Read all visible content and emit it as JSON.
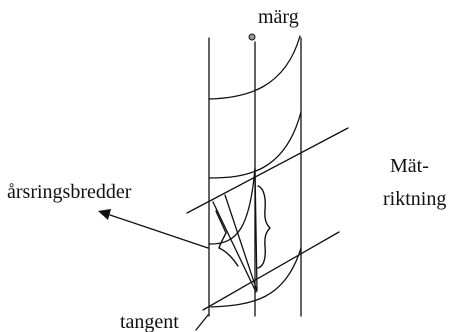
{
  "labels": {
    "marg": "märg",
    "arsringsbredder": "årsringsbredder",
    "mat_line1": "Mät-",
    "mat_line2": "riktning",
    "tangent": "tangent"
  },
  "colors": {
    "ink": "#111111",
    "background": "#ffffff"
  }
}
